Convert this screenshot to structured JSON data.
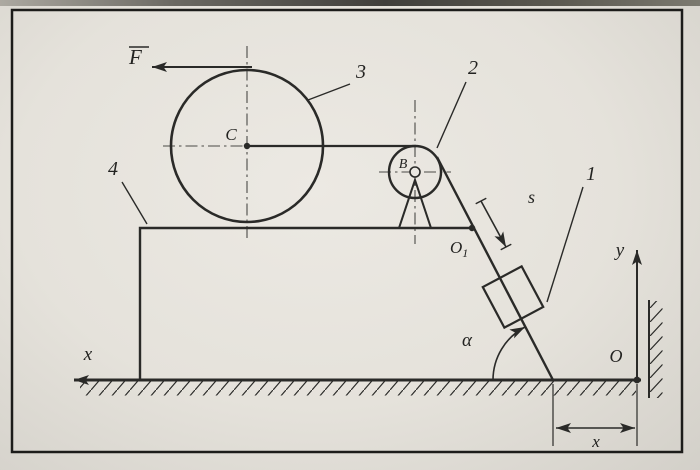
{
  "labels": {
    "force": "F",
    "num_1": "1",
    "num_2": "2",
    "num_3": "3",
    "num_4": "4",
    "wheel_center": "C",
    "pulley_center": "B",
    "point_base": "O",
    "point_sub": "1",
    "displacement": "s",
    "angle_alpha": "α",
    "x_axis": "x",
    "y_axis": "y",
    "origin": "O",
    "x_dimension": "x"
  },
  "colors": {
    "ink": "#2a2a28",
    "paper": "#e8e5df"
  }
}
